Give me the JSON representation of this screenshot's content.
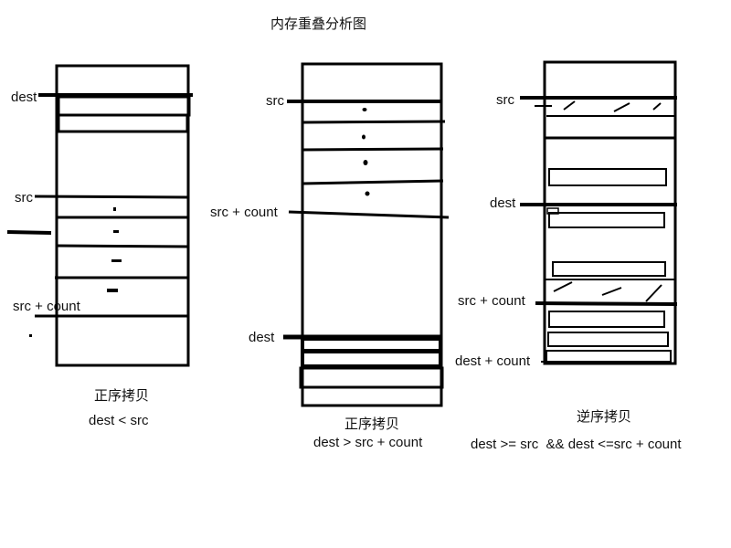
{
  "title": "内存重叠分析图",
  "panels": [
    {
      "id": "forward-1",
      "labels": {
        "dest": "dest",
        "src": "src",
        "src_count": "src + count"
      },
      "caption": "正序拷贝",
      "condition": "dest < src"
    },
    {
      "id": "forward-2",
      "labels": {
        "src": "src",
        "src_count": "src + count",
        "dest": "dest"
      },
      "caption": "正序拷贝",
      "condition": "dest > src + count"
    },
    {
      "id": "reverse",
      "labels": {
        "src": "src",
        "dest": "dest",
        "src_count": "src + count",
        "dest_count": "dest + count"
      },
      "caption": "逆序拷贝",
      "condition": "dest >= src  && dest <=src + count"
    }
  ],
  "colors": {
    "stroke": "#000000",
    "text": "#111111",
    "background": "#ffffff"
  }
}
